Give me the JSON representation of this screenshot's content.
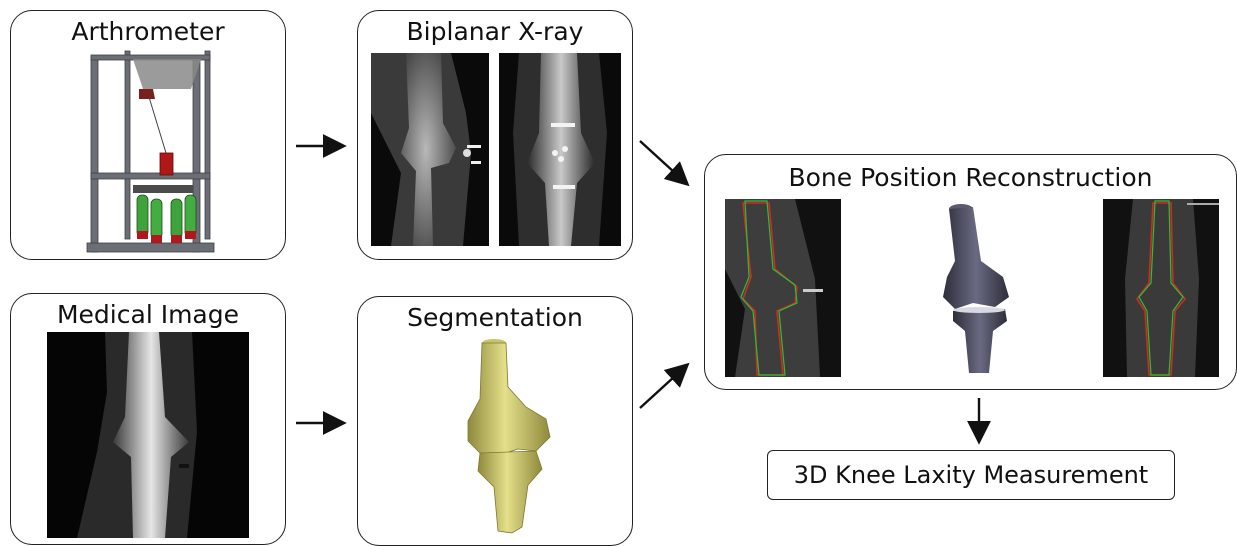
{
  "diagram": {
    "boxes": {
      "arthrometer": {
        "title": "Arthrometer"
      },
      "biplanar": {
        "title": "Biplanar X-ray"
      },
      "medical": {
        "title": "Medical Image"
      },
      "segmentation": {
        "title": "Segmentation"
      },
      "reconstruction": {
        "title": "Bone Position Reconstruction"
      }
    },
    "result": {
      "label": "3D Knee Laxity Measurement"
    },
    "colors": {
      "border": "#222222",
      "frame": "#6b6f75",
      "bone_model": "#c9c46a",
      "bone_shadow": "#8f8a3c",
      "femur_render": "#4a4a5c",
      "contour_red": "#d22b1e",
      "contour_green": "#27c13a",
      "cylinder_green": "#3fa33c",
      "cylinder_red": "#b3161c",
      "xray_bg": "#0a0a0a"
    }
  }
}
